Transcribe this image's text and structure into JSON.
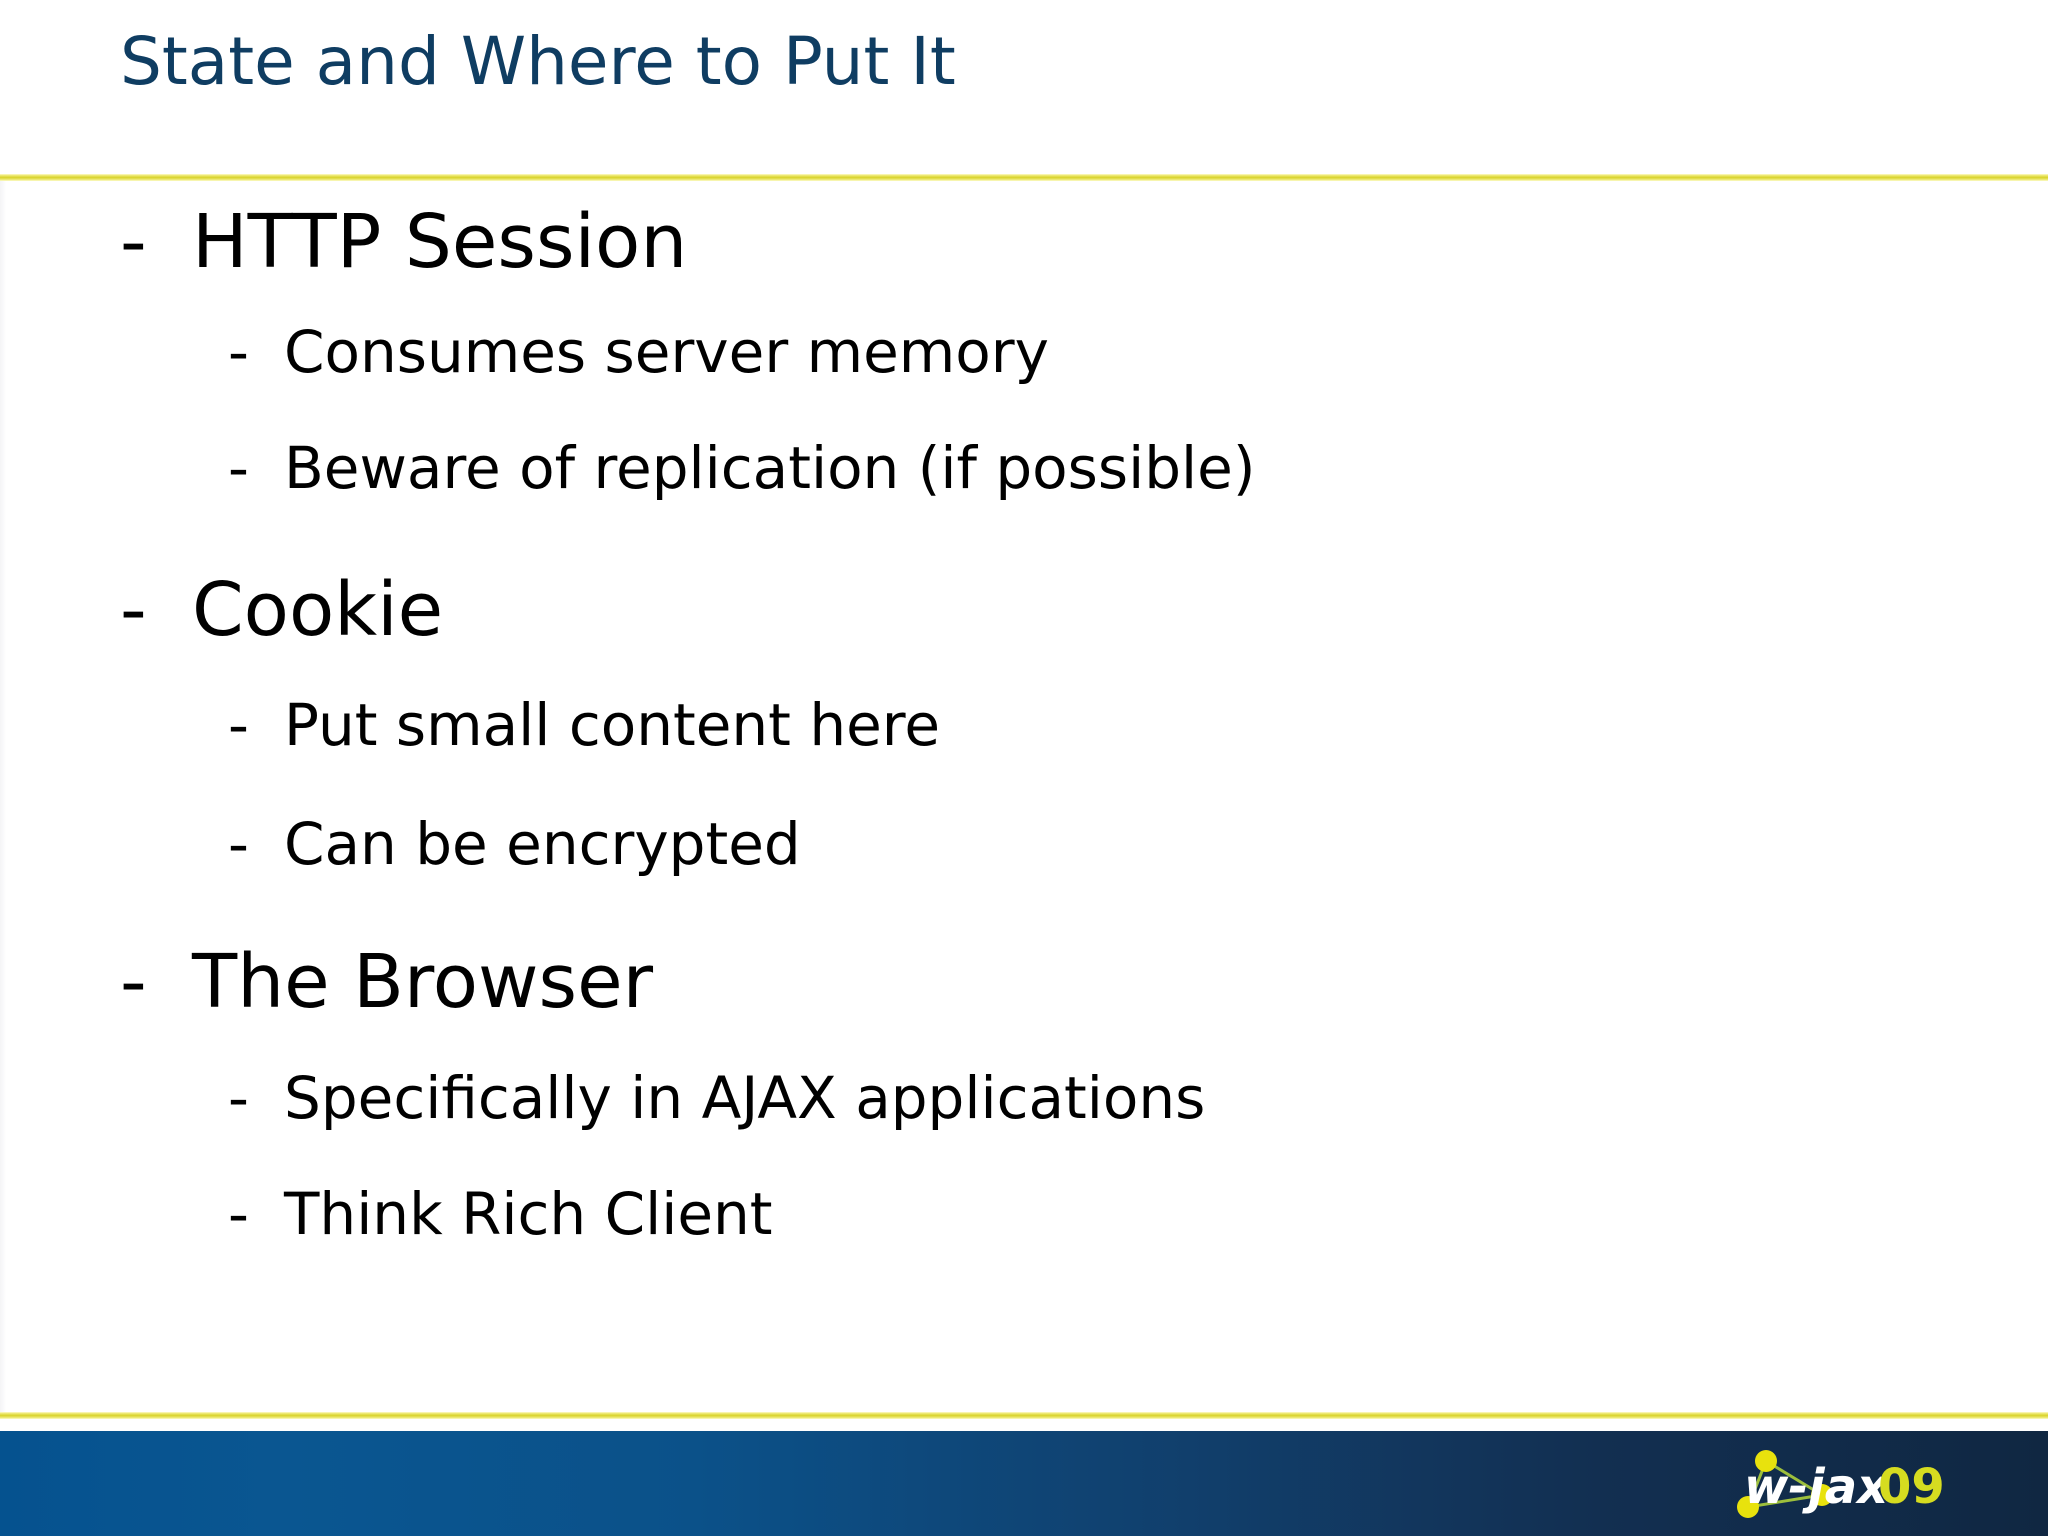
{
  "slide": {
    "title": "State and Where to Put It",
    "title_color": "#0f3d62",
    "rule_color": "#d8d22a",
    "body_text_color": "#000000",
    "background_color": "#ffffff",
    "bullet_glyph": "-",
    "bullets": [
      {
        "level": 1,
        "text": "HTTP Session"
      },
      {
        "level": 2,
        "text": "Consumes server memory"
      },
      {
        "level": 2,
        "text": "Beware of replication (if possible)"
      },
      {
        "level": 1,
        "text": "Cookie"
      },
      {
        "level": 2,
        "text": "Put small content here"
      },
      {
        "level": 2,
        "text": "Can be encrypted"
      },
      {
        "level": 1,
        "text": "The Browser"
      },
      {
        "level": 2,
        "text": "Specifically in AJAX applications"
      },
      {
        "level": 2,
        "text": "Think Rich Client"
      }
    ]
  },
  "footer": {
    "background_start_color": "#05528f",
    "background_end_color": "#102742",
    "logo": {
      "word_mark": "w-jax",
      "year": "09",
      "word_mark_color": "#ffffff",
      "year_color": "#d6dc20",
      "node_color": "#e8e20d"
    }
  }
}
